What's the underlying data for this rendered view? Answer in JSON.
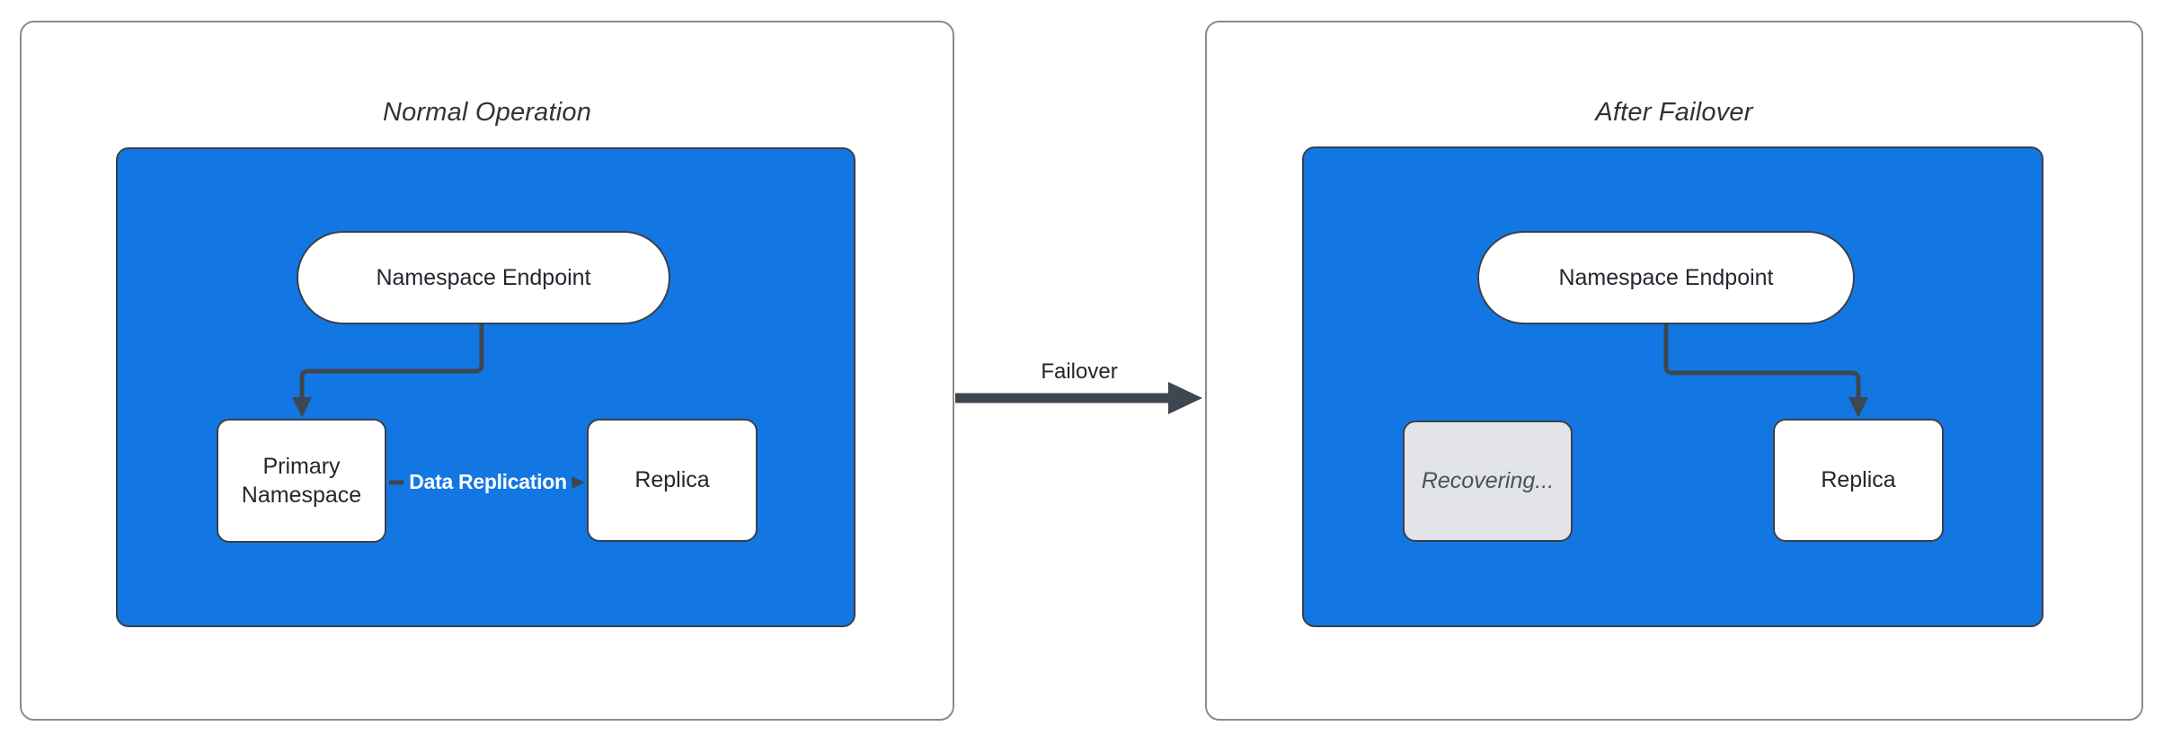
{
  "theme": {
    "canvas-bg": "#ffffff",
    "panel-bg": "#ffffff",
    "panel-border": "#878c93",
    "accent-blue": "#1377e3",
    "ink": "#3e4650",
    "node-border": "#39404a",
    "node-bg": "#ffffff",
    "text-dark": "#23272e",
    "text-muted": "#4b525a",
    "disabled-bg": "#e2e4e7",
    "label-on-blue": "#ffffff"
  },
  "diagram": {
    "transition_label": "Failover",
    "panels": [
      {
        "title": "Normal Operation",
        "nodes": {
          "endpoint": "Namespace Endpoint",
          "primary": "Primary Namespace",
          "replica": "Replica"
        },
        "edge_label": "Data Replication"
      },
      {
        "title": "After Failover",
        "nodes": {
          "endpoint": "Namespace Endpoint",
          "recovering": "Recovering...",
          "replica": "Replica"
        }
      }
    ]
  }
}
